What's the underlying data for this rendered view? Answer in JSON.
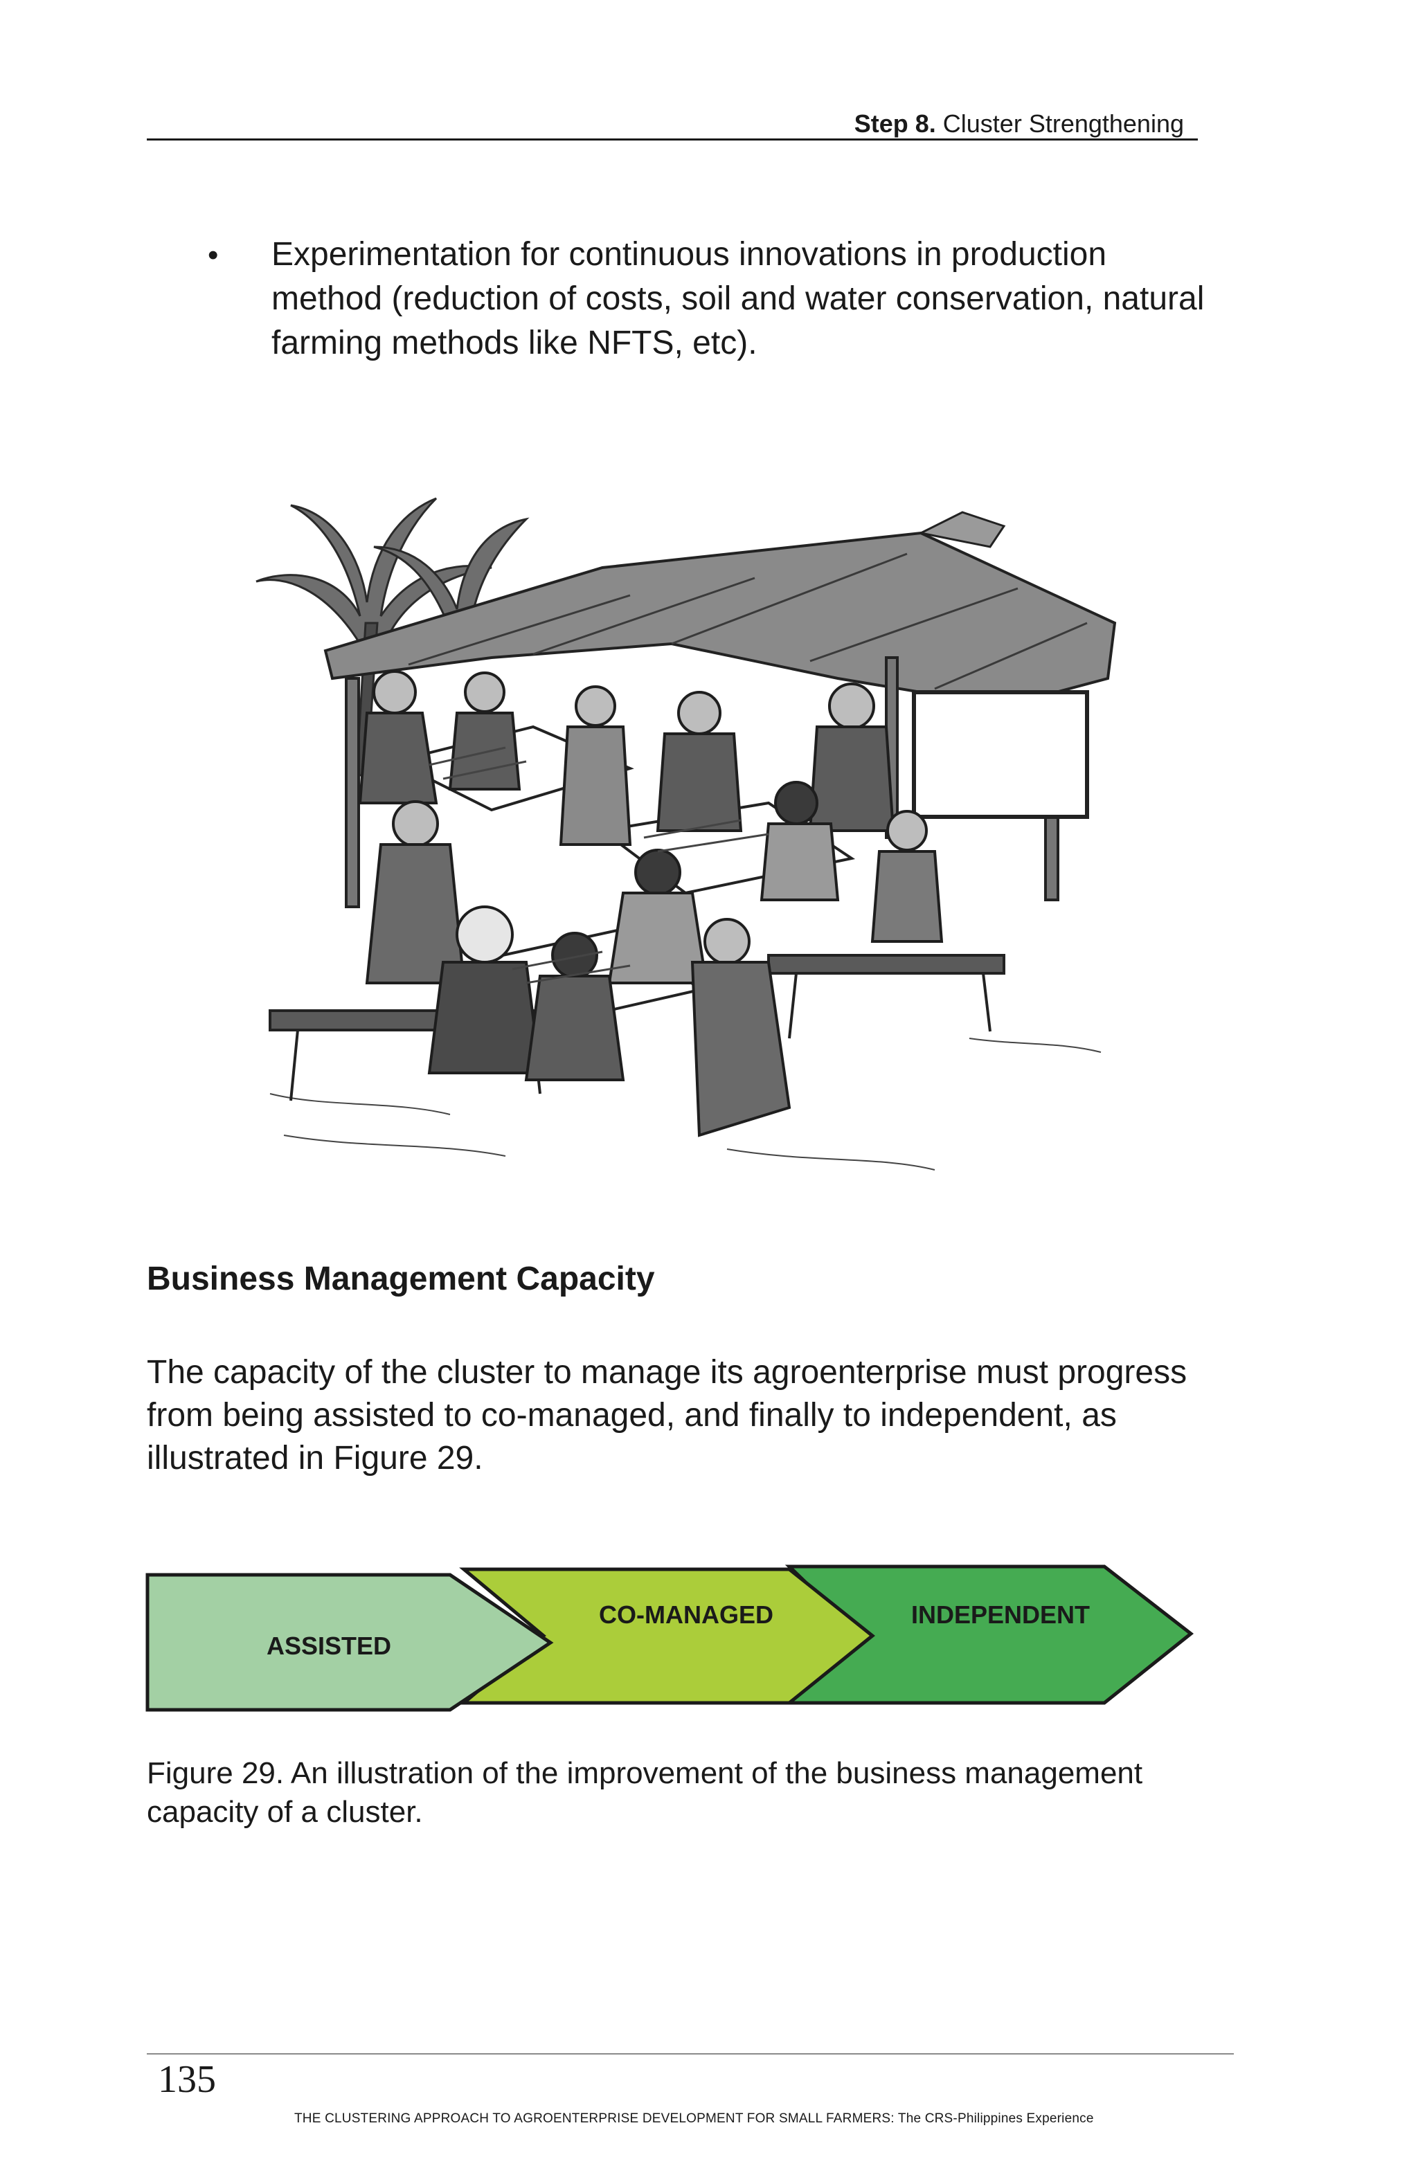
{
  "header": {
    "step_label": "Step 8.",
    "section_label": "Cluster Strengthening"
  },
  "bullet": {
    "marker": "•",
    "text": "Experimentation for continuous innovations in production method (reduction of costs, soil and water conservation, natural farming methods like NFTS, etc)."
  },
  "section": {
    "title": "Business Management Capacity",
    "paragraph": "The capacity of the cluster to manage its agroenterprise must progress from being assisted to co-managed, and finally to independent, as illustrated in Figure 29."
  },
  "flow": {
    "stages": [
      {
        "label": "ASSISTED",
        "color": "#a3d0a4"
      },
      {
        "label": "CO-MANAGED",
        "color": "#abcd3a"
      },
      {
        "label": "INDEPENDENT",
        "color": "#45ab52"
      }
    ]
  },
  "figure": {
    "caption": "Figure 29. An illustration of the improvement of the business management capacity of a cluster."
  },
  "footer": {
    "page_number": "135",
    "book_title": "THE CLUSTERING APPROACH TO AGROENTERPRISE DEVELOPMENT FOR SMALL FARMERS: The CRS-Philippines Experience"
  }
}
